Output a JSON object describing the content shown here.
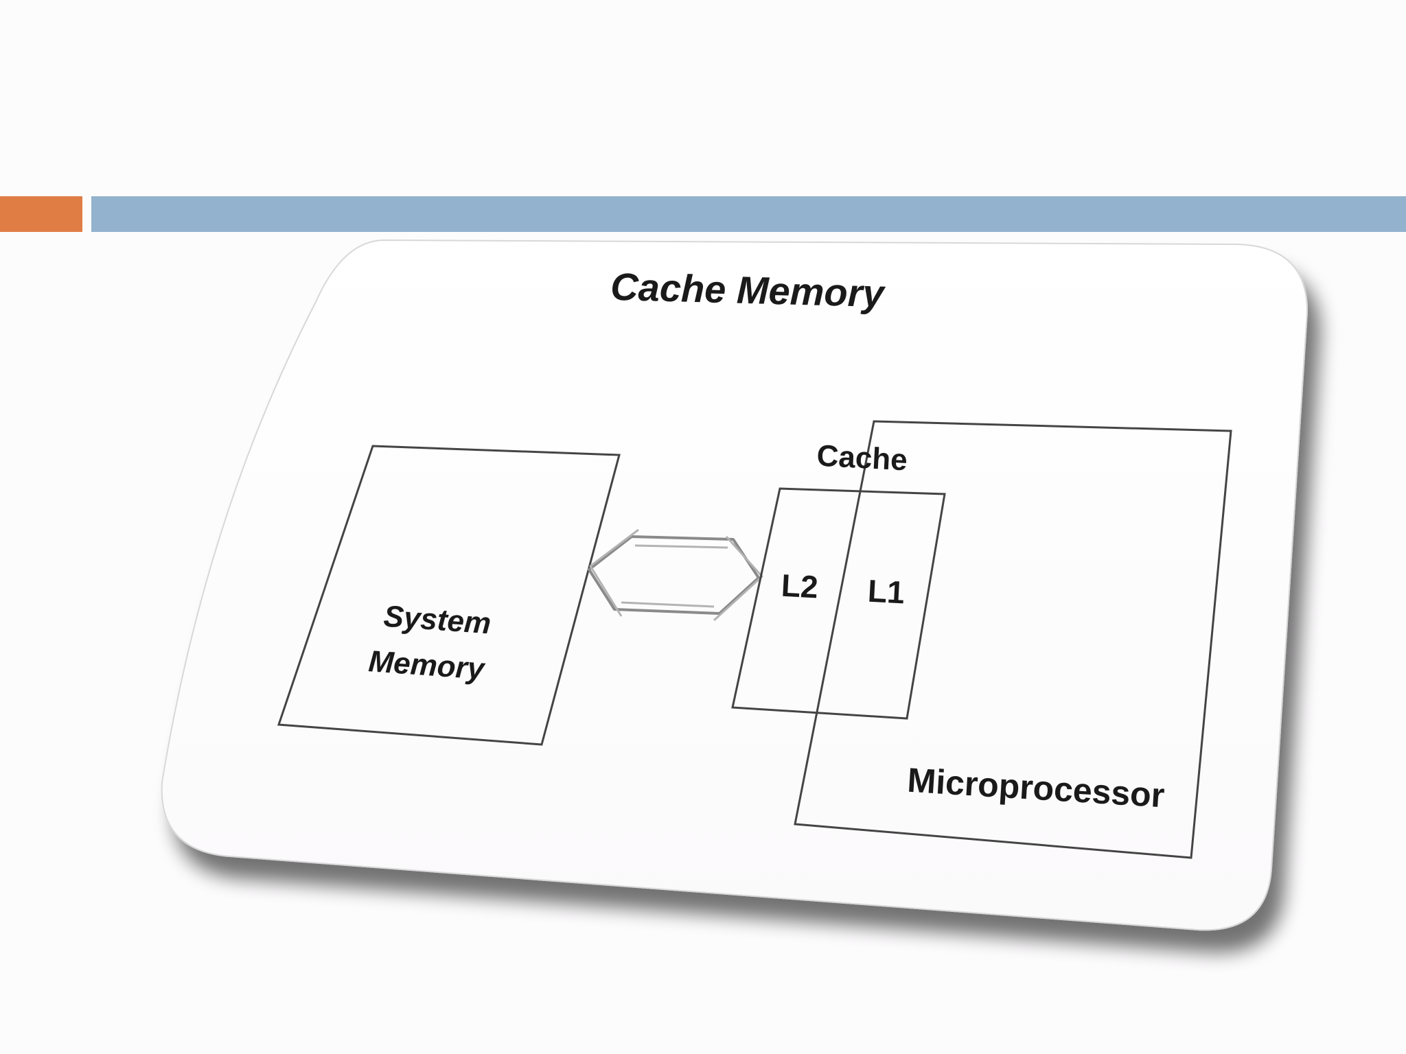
{
  "slide": {
    "accent_color": "#df7d45",
    "bar_color": "#93b2cd",
    "background": "#fdfcfd"
  },
  "diagram": {
    "title": "Cache Memory",
    "system_memory": {
      "line1": "System",
      "line2": "Memory"
    },
    "cache_label": "Cache",
    "l2_label": "L2",
    "l1_label": "L1",
    "microprocessor_label": "Microprocessor",
    "connector": "double-headed-arrow"
  }
}
